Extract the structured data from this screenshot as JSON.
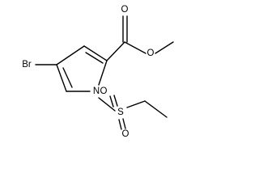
{
  "molecule": {
    "atoms": {
      "bromine": "Br",
      "ring_nitrogen": "N",
      "carbonyl_oxygen": "O",
      "ester_oxygen": "O",
      "sulfur": "S",
      "sulfonyl_oxygen_left": "O",
      "sulfonyl_oxygen_right": "O"
    }
  }
}
